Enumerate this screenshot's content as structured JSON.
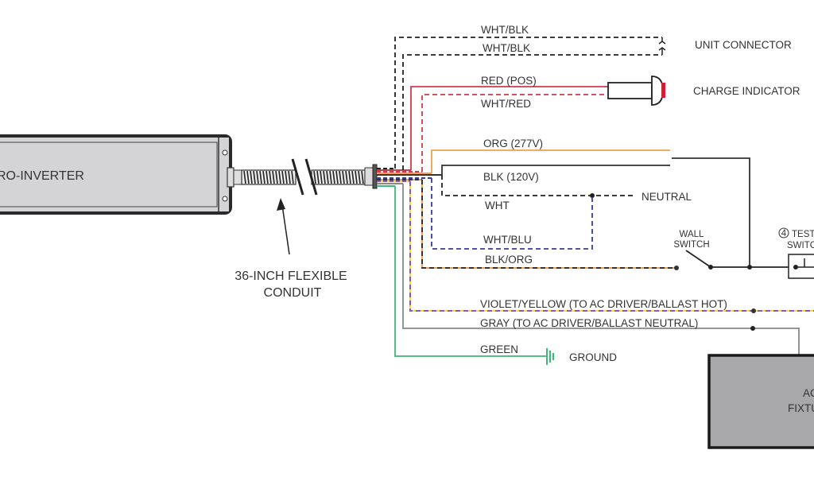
{
  "diagram": {
    "title": "Micro-Inverter Wiring Diagram",
    "device": {
      "label": "RO-INVERTER"
    },
    "conduit": {
      "label_line1": "36-INCH FLEXIBLE",
      "label_line2": "CONDUIT"
    },
    "wires": [
      {
        "id": "wht-blk-1",
        "label": "WHT/BLK",
        "color": "#222222",
        "style": "dashed-white"
      },
      {
        "id": "wht-blk-2",
        "label": "WHT/BLK",
        "color": "#222222",
        "style": "dashed-white"
      },
      {
        "id": "red",
        "label": "RED (POS)",
        "color": "#d23a4a",
        "style": "solid"
      },
      {
        "id": "wht-red",
        "label": "WHT/RED",
        "color": "#d23a4a",
        "style": "dashed-white"
      },
      {
        "id": "org",
        "label": "ORG (277V)",
        "color": "#f0a050",
        "style": "solid"
      },
      {
        "id": "blk",
        "label": "BLK (120V)",
        "color": "#333333",
        "style": "solid"
      },
      {
        "id": "wht",
        "label": "WHT",
        "color": "#222222",
        "style": "dashed-white"
      },
      {
        "id": "wht-blu",
        "label": "WHT/BLU",
        "color": "#3a3a9a",
        "style": "dashed-white"
      },
      {
        "id": "blk-org",
        "label": "BLK/ORG",
        "color": "#333333",
        "style": "dashed-orange"
      },
      {
        "id": "violet-yellow",
        "label": "VIOLET/YELLOW (TO AC DRIVER/BALLAST HOT)",
        "color": "#8a5ab0",
        "style": "dashed-yellow"
      },
      {
        "id": "gray",
        "label": "GRAY (TO AC DRIVER/BALLAST NEUTRAL)",
        "color": "#888888",
        "style": "solid"
      },
      {
        "id": "green",
        "label": "GREEN",
        "color": "#3cb878",
        "style": "solid"
      }
    ],
    "components": {
      "unit_connector": "UNIT CONNECTOR",
      "charge_indicator": "CHARGE INDICATOR",
      "neutral": "NEUTRAL",
      "wall_switch_line1": "WALL",
      "wall_switch_line2": "SWITCH",
      "test_switch_num": "4",
      "test_switch_line1": "TEST",
      "test_switch_line2": "SWITCH",
      "ground": "GROUND",
      "fixture_line1": "AC",
      "fixture_line2": "FIXTURE"
    },
    "colors": {
      "indicator_red": "#cc2233",
      "inverter_fill": "#d4d4d6",
      "fixture_fill": "#a8a8aa",
      "ground_green": "#3cb878"
    }
  }
}
